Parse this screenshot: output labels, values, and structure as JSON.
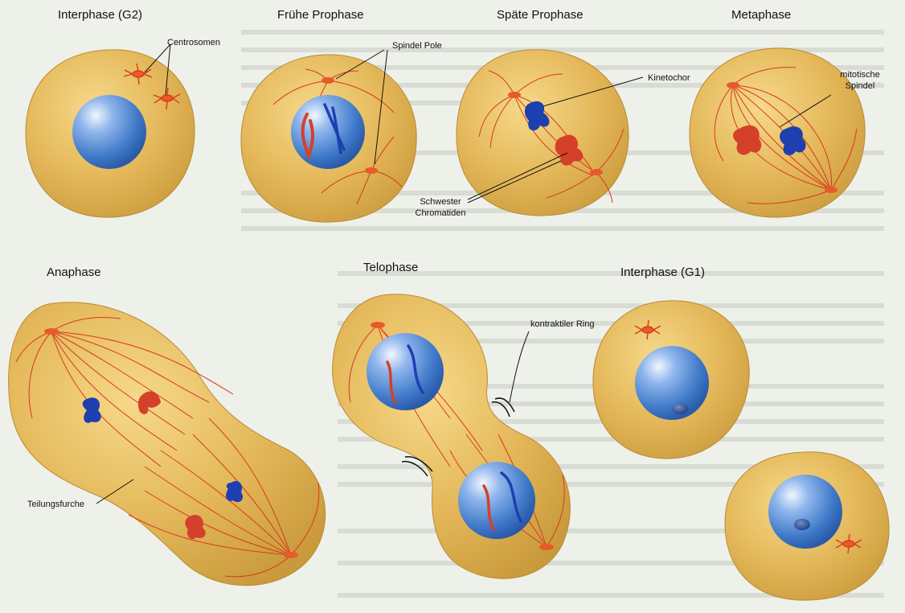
{
  "colors": {
    "background": "#eef1ea",
    "cytoplasm": "#e4b85a",
    "nucleus": "#3f79c8",
    "spindle": "#d9381e",
    "chromatid_red": "#d5402a",
    "chromatid_blue": "#1e3fb0"
  },
  "titles": {
    "g2": "Interphase (G2)",
    "early_prophase": "Frühe Prophase",
    "late_prophase": "Späte Prophase",
    "metaphase": "Metaphase",
    "anaphase": "Anaphase",
    "telophase": "Telophase",
    "g1": "Interphase (G1)"
  },
  "labels": {
    "centrosomes": "Centrosomen",
    "spindle_poles": "Spindel Pole",
    "kinetochore": "Kinetochor",
    "sister_chromatids_1": "Schwester",
    "sister_chromatids_2": "Chromatiden",
    "mitotic_spindle_1": "mitotische",
    "mitotic_spindle_2": "Spindel",
    "cleavage_furrow": "Teilungsfurche",
    "contractile_ring": "kontraktiler Ring"
  }
}
